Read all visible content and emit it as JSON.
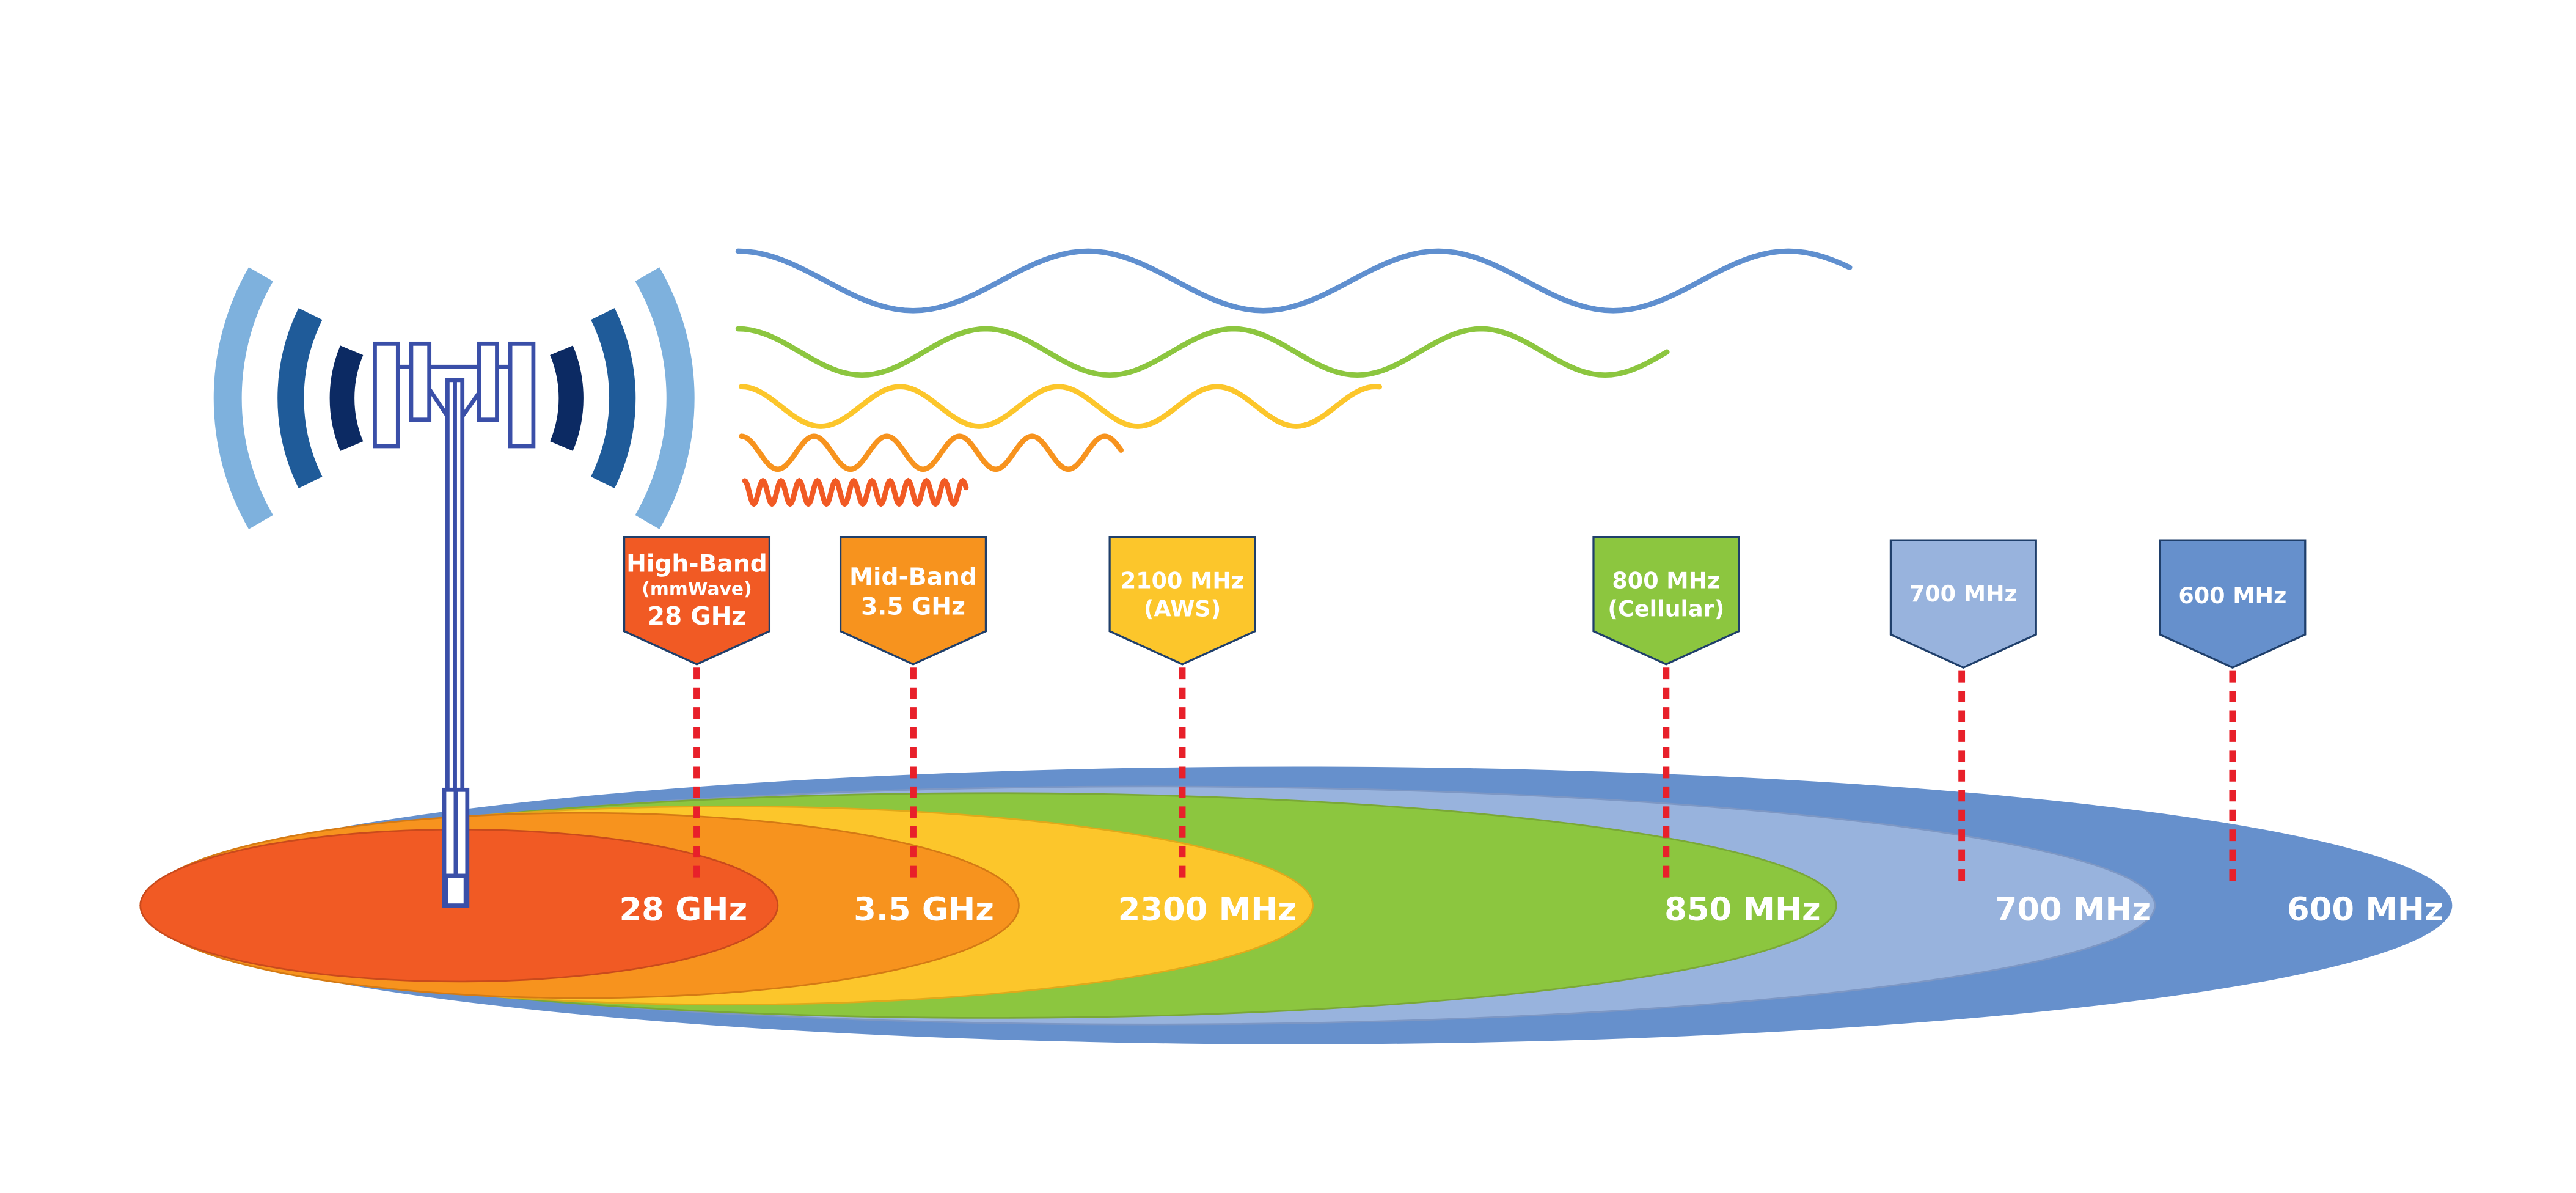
{
  "colors": {
    "tower": "#3a4fa8",
    "arc_light": "#7eb1dd",
    "arc_mid": "#1f5b99",
    "arc_dark": "#0c2a63",
    "wave_600": "#5f8fcf",
    "wave_850": "#8cc63f",
    "wave_aws": "#fcc62b",
    "wave_mid": "#f7931e",
    "wave_high": "#f15a24",
    "dash": "#e8202a"
  },
  "flags": [
    {
      "id": "high-band",
      "lines": [
        "High-Band",
        "(mmWave)",
        "28 GHz"
      ],
      "fill": "#f15a24"
    },
    {
      "id": "mid-band",
      "lines": [
        "Mid-Band",
        "3.5 GHz"
      ],
      "fill": "#f7931e"
    },
    {
      "id": "aws",
      "lines": [
        "2100 MHz",
        "(AWS)"
      ],
      "fill": "#fcc62b"
    },
    {
      "id": "cellular",
      "lines": [
        "800 MHz",
        "(Cellular)"
      ],
      "fill": "#8cc63f"
    },
    {
      "id": "700",
      "lines": [
        "700 MHz"
      ],
      "fill": "#98b3dd"
    },
    {
      "id": "600",
      "lines": [
        "600 MHz"
      ],
      "fill": "#6690cc"
    }
  ],
  "coverage": [
    {
      "id": "600mhz",
      "label": "600 MHz",
      "fill": "#6690cc"
    },
    {
      "id": "700mhz",
      "label": "700 MHz",
      "fill": "#98b3dd"
    },
    {
      "id": "850mhz",
      "label": "850 MHz",
      "fill": "#8cc63f"
    },
    {
      "id": "2300mhz",
      "label": "2300 MHz",
      "fill": "#fcc62b"
    },
    {
      "id": "3-5ghz",
      "label": "3.5 GHz",
      "fill": "#f7931e"
    },
    {
      "id": "28ghz",
      "label": "28 GHz",
      "fill": "#f15a24"
    }
  ]
}
